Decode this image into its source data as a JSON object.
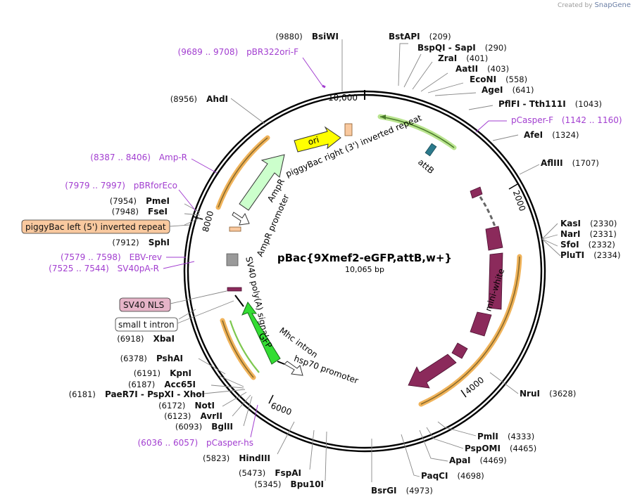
{
  "credit": {
    "prefix": "Created by",
    "brand": "SnapGene"
  },
  "plasmid": {
    "name": "pBac{9Xmef2-eGFP,attB,w+}",
    "size": "10,065 bp"
  },
  "ticks": [
    "10,000",
    "2000",
    "4000",
    "6000",
    "8000"
  ],
  "sites_right": [
    {
      "name": "BstAPI",
      "pos": "(209)"
    },
    {
      "name": "BspQI",
      "name2": "SapI",
      "pos": "(290)"
    },
    {
      "name": "ZraI",
      "pos": "(401)"
    },
    {
      "name": "AatII",
      "pos": "(403)"
    },
    {
      "name": "EcoNI",
      "pos": "(558)"
    },
    {
      "name": "AgeI",
      "pos": "(641)"
    },
    {
      "name": "PflFI",
      "name2": "Tth111I",
      "pos": "(1043)"
    },
    {
      "name": "AfeI",
      "pos": "(1324)"
    },
    {
      "name": "AflIII",
      "pos": "(1707)"
    },
    {
      "name": "KasI",
      "pos": "(2330)"
    },
    {
      "name": "NarI",
      "pos": "(2331)"
    },
    {
      "name": "SfoI",
      "pos": "(2332)"
    },
    {
      "name": "PluTI",
      "pos": "(2334)"
    },
    {
      "name": "NruI",
      "pos": "(3628)"
    },
    {
      "name": "PmlI",
      "pos": "(4333)"
    },
    {
      "name": "PspOMI",
      "pos": "(4465)"
    },
    {
      "name": "ApaI",
      "pos": "(4469)"
    },
    {
      "name": "PaqCI",
      "pos": "(4698)"
    },
    {
      "name": "BsrGI",
      "pos": "(4973)"
    }
  ],
  "sites_left": [
    {
      "name": "BsiWI",
      "pos": "(9880)"
    },
    {
      "name": "AhdI",
      "pos": "(8956)"
    },
    {
      "name": "PmeI",
      "pos": "(7954)"
    },
    {
      "name": "FseI",
      "pos": "(7948)"
    },
    {
      "name": "SphI",
      "pos": "(7912)"
    },
    {
      "name": "XbaI",
      "pos": "(6918)"
    },
    {
      "name": "PshAI",
      "pos": "(6378)"
    },
    {
      "name": "KpnI",
      "pos": "(6191)"
    },
    {
      "name": "Acc65I",
      "pos": "(6187)"
    },
    {
      "name": "PaeR7I",
      "name2": "PspXI",
      "name3": "XhoI",
      "pos": "(6181)"
    },
    {
      "name": "NotI",
      "pos": "(6172)"
    },
    {
      "name": "AvrII",
      "pos": "(6123)"
    },
    {
      "name": "BglII",
      "pos": "(6093)"
    },
    {
      "name": "HindIII",
      "pos": "(5823)"
    },
    {
      "name": "FspAI",
      "pos": "(5473)"
    },
    {
      "name": "Bpu10I",
      "pos": "(5345)"
    }
  ],
  "primers": [
    {
      "range": "(9689 .. 9708)",
      "name": "pBR322ori-F"
    },
    {
      "range": "(1142 .. 1160)",
      "name": "pCasper-F"
    },
    {
      "range": "(8387 .. 8406)",
      "name": "Amp-R"
    },
    {
      "range": "(7979 .. 7997)",
      "name": "pBRforEco"
    },
    {
      "range": "(7579 .. 7598)",
      "name": "EBV-rev"
    },
    {
      "range": "(7525 .. 7544)",
      "name": "SV40pA-R"
    },
    {
      "range": "(6036 .. 6057)",
      "name": "pCasper-hs"
    }
  ],
  "boxed_features": [
    {
      "label": "piggyBac left (5') inverted repeat",
      "color": "#f9c99f"
    },
    {
      "label": "SV40 NLS",
      "color": "#e6b4c8"
    },
    {
      "label": "small t intron",
      "color": "#ffffff"
    }
  ],
  "inner_labels": {
    "ori": "ori",
    "ampr": "AmpR",
    "ampr_promoter": "AmpR promoter",
    "pbac_right": "piggyBac right (3') inverted repeat",
    "attb": "attB",
    "mini_white": "mini-white",
    "sv40_polya": "SV40 poly(A) signal",
    "gfp": "GFP",
    "mhc_intron": "Mhc intron",
    "hsp70_promoter": "hsp70 promoter"
  },
  "colors": {
    "ori": "#ffff00",
    "ampr": "#ccffcc",
    "gfp": "#33dd33",
    "mini_white": "#8b2a5b",
    "attb": "#2b7a8c",
    "orange_arc": "#f0b35a",
    "green_arc": "#7ec850",
    "primer": "#a23ed0",
    "inner_orange_box": "#f9c99f",
    "gray_box": "#9a9a9a"
  }
}
